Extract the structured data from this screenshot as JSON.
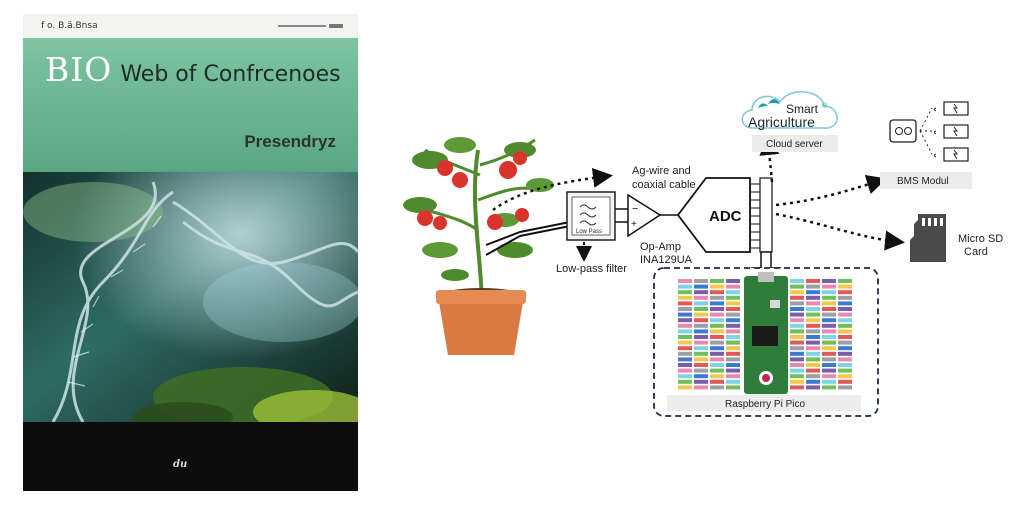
{
  "cover": {
    "publisher": "f o. B.ä.Bnsa",
    "title_big": "BIO",
    "title_rest": "Web of Confrcenoes",
    "subtitle": "Presendryz",
    "footer_logo": "du"
  },
  "diagram": {
    "wire_label_line1": "Ag-wire and",
    "wire_label_line2": "coaxial cable",
    "filter_box": "Low Pass",
    "filter_label": "Low-pass filter",
    "opamp_minus": "−",
    "opamp_plus": "+",
    "opamp_line1": "Op-Amp",
    "opamp_line2": "INA129UA",
    "adc": "ADC",
    "cloud_smart": "Smart",
    "cloud_reg": "®",
    "cloud_agriculture": "Agriculture",
    "cloud_label": "Cloud server",
    "bms_label": "BMS Modul",
    "sd_line1": "Micro SD",
    "sd_line2": "Card",
    "pico_label": "Raspberry Pi Pico",
    "colors": {
      "plant_leaf": "#4f8a2c",
      "tomato": "#d9342b",
      "pot": "#d97a45",
      "pico_green": "#2e7d3a",
      "cloud_teal": "#1aa0a8"
    }
  }
}
